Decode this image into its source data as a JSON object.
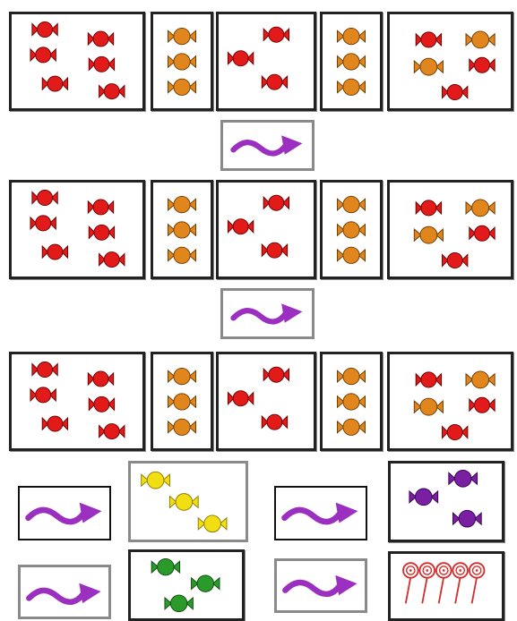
{
  "colors": {
    "red": "#e21a1a",
    "orange": "#e0861c",
    "yellow": "#f2df12",
    "purple": "#7a1fa2",
    "green": "#2a9b2a",
    "arrow": "#9b2fc0",
    "lollipop": "#d43030"
  },
  "rows": [
    {
      "boxes": [
        {
          "candy": "red",
          "count": 6
        },
        {
          "candy": "orange",
          "count": 3
        },
        {
          "candy": "red",
          "count": 3
        },
        {
          "candy": "orange",
          "count": 3
        },
        {
          "candy": "mixed",
          "count": 5
        }
      ]
    },
    {
      "boxes": [
        {
          "candy": "red",
          "count": 6
        },
        {
          "candy": "orange",
          "count": 3
        },
        {
          "candy": "red",
          "count": 3
        },
        {
          "candy": "orange",
          "count": 3
        },
        {
          "candy": "mixed",
          "count": 5
        }
      ]
    },
    {
      "boxes": [
        {
          "candy": "red",
          "count": 6
        },
        {
          "candy": "orange",
          "count": 3
        },
        {
          "candy": "red",
          "count": 3
        },
        {
          "candy": "orange",
          "count": 3
        },
        {
          "candy": "mixed",
          "count": 5
        }
      ]
    }
  ],
  "exchanges": [
    {
      "candy": "yellow",
      "count": 3
    },
    {
      "candy": "purple",
      "count": 3
    },
    {
      "candy": "green",
      "count": 3
    },
    {
      "candy": "lollipop",
      "count": 5
    }
  ],
  "icons": {
    "arrow": "squiggly-arrow-icon",
    "candy": "wrapped-candy-icon",
    "lollipop": "lollipop-icon"
  }
}
